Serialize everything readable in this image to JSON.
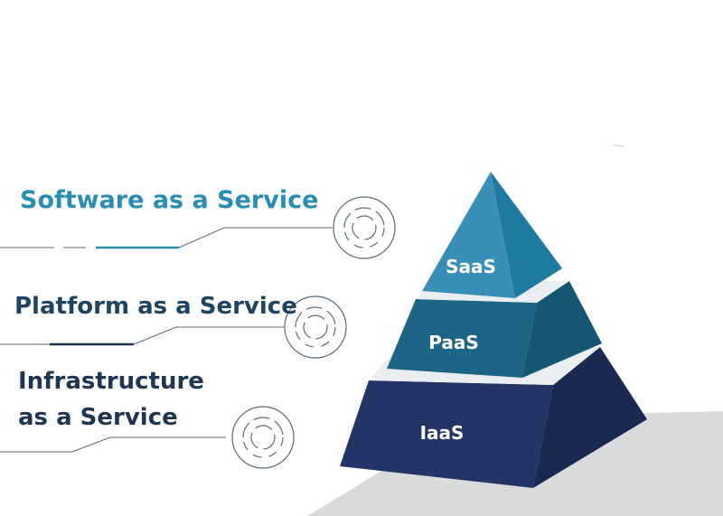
{
  "layers": [
    {
      "id": "saas",
      "short": "SaaS",
      "title": "Software as a Service",
      "color": "#2f8ab3"
    },
    {
      "id": "paas",
      "short": "PaaS",
      "title": "Platform as a Service",
      "color": "#1d6585"
    },
    {
      "id": "iaas",
      "short": "IaaS",
      "title_line1": "Infrastructure",
      "title_line2": "as a Service",
      "color": "#243466"
    }
  ],
  "accent_colors": {
    "teal": "#2a8db4",
    "navy": "#1f3550",
    "floor": "#d9dadc"
  }
}
